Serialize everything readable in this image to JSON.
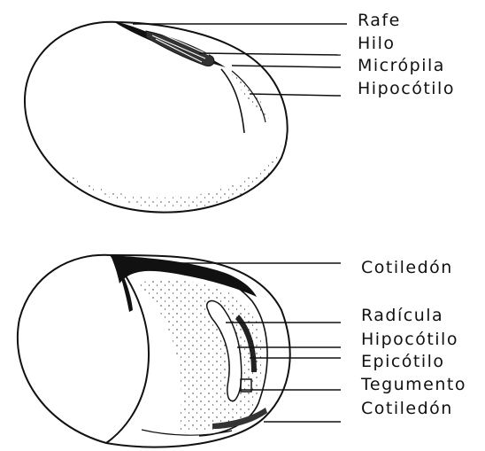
{
  "seed_exterior": {
    "labels": [
      {
        "text": "Rafe"
      },
      {
        "text": "Hilo"
      },
      {
        "text": "Micrópila"
      },
      {
        "text": "Hipocótilo"
      }
    ]
  },
  "seed_interior": {
    "labels": [
      {
        "text": "Cotiledón"
      },
      {
        "text": "Radícula"
      },
      {
        "text": "Hipocótilo"
      },
      {
        "text": "Epicótilo"
      },
      {
        "text": "Tegumento"
      },
      {
        "text": "Cotiledón"
      }
    ]
  },
  "colors": {
    "ink": "#111111",
    "paper": "#ffffff"
  }
}
